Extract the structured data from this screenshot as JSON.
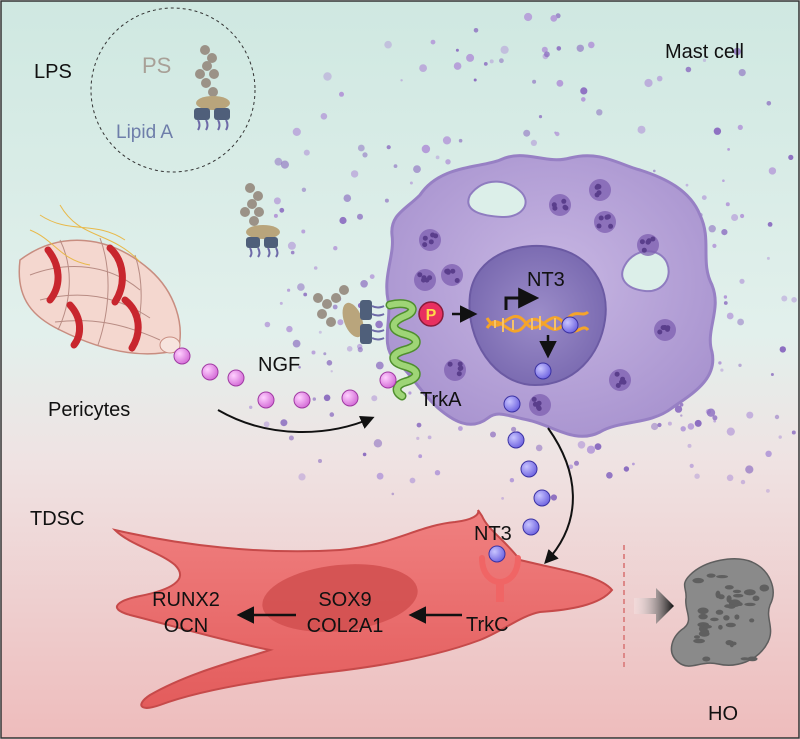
{
  "labels": {
    "lps": "LPS",
    "ps": "PS",
    "lipid_a": "Lipid A",
    "mast_cell": "Mast cell",
    "nt3_nucleus": "NT3",
    "phospho": "P",
    "ngf": "NGF",
    "pericytes": "Pericytes",
    "trka": "TrkA",
    "tdsc": "TDSC",
    "nt3_receptor": "NT3",
    "trkc": "TrkC",
    "sox9": "SOX9",
    "col2a1": "COL2A1",
    "runx2": "RUNX2",
    "ocn": "OCN",
    "ho": "HO"
  },
  "colors": {
    "background_top": "#d7ece6",
    "background_bottom": "#f0c4c4",
    "mast_cell": "#b9a6d6",
    "nucleus": "#8878b8",
    "granule": "#7a5ba8",
    "ngf_dot": "#e690e8",
    "nt3_dot": "#8d84ef",
    "tdsc_cell": "#e86d6d",
    "tdsc_nucleus": "#c84848",
    "trkc": "#f06565",
    "trka": "#8fd06a",
    "dna": "#f5a42a",
    "phospho": "#e83060",
    "ho_bone": "#8a8a8a",
    "vessel": "#c8262e"
  }
}
